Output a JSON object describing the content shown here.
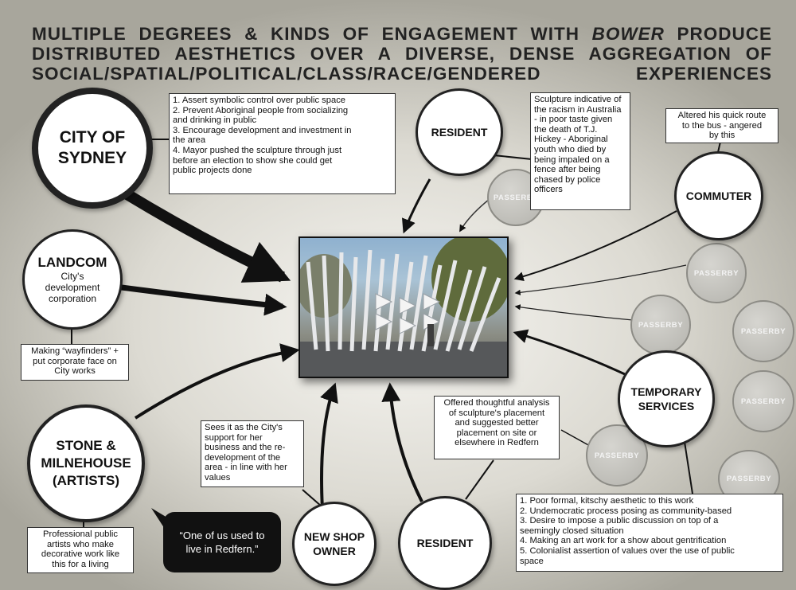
{
  "title": {
    "line1_pre": "MULTIPLE DEGREES & KINDS OF ENGAGEMENT WITH ",
    "line1_italic": "BOWER",
    "line1_post": " PRODUCE",
    "line2": "DISTRIBUTED AESTHETICS OVER A DIVERSE, DENSE AGGREGATION OF",
    "line3": "SOCIAL/SPATIAL/POLITICAL/CLASS/RACE/GENDERED EXPERIENCES"
  },
  "nodes": {
    "city_of_sydney": {
      "line1": "CITY OF",
      "line2": "SYDNEY"
    },
    "landcom": {
      "title": "LANDCOM",
      "sub1": "City's",
      "sub2": "development",
      "sub3": "corporation"
    },
    "artists": {
      "line1": "STONE &",
      "line2": "MILNEHOUSE",
      "line3": "(ARTISTS)"
    },
    "resident_top": {
      "label": "RESIDENT"
    },
    "commuter": {
      "label": "COMMUTER"
    },
    "temporary_services": {
      "line1": "TEMPORARY",
      "line2": "SERVICES"
    },
    "new_shop_owner": {
      "line1": "NEW SHOP",
      "line2": "OWNER"
    },
    "resident_bottom": {
      "label": "RESIDENT"
    }
  },
  "passerby": {
    "label": "PASSERBY"
  },
  "notes": {
    "city": [
      "1. Assert symbolic control over public space",
      "2. Prevent Aboriginal people from socializing",
      "and drinking in public",
      "3. Encourage development and investment in",
      "the area",
      "4. Mayor pushed the sculpture through just",
      "before an election to show she could get",
      "public projects done"
    ],
    "resident_top": [
      "Sculpture indicative of",
      "the racism in Australia",
      "- in poor taste given",
      "the death of T.J.",
      "Hickey - Aboriginal",
      "youth who died by",
      "being impaled on a",
      "fence after being",
      "chased by police",
      "officers"
    ],
    "commuter": [
      "Altered his quick route",
      "to the bus - angered",
      "by this"
    ],
    "landcom": [
      "Making “wayfinders” +",
      "put corporate face on",
      "City works"
    ],
    "shop_owner": [
      "Sees it as the City's",
      "support for her",
      "business and the re-",
      "development of the",
      "area - in line with her",
      "values"
    ],
    "resident_bottom": [
      "Offered thoughtful analysis",
      "of sculpture's placement",
      "and suggested better",
      "placement on site or",
      "elsewhere in Redfern"
    ],
    "artists": [
      "Professional public",
      "artists who make",
      "decorative work like",
      "this for a living"
    ],
    "temporary": [
      "1. Poor formal, kitschy aesthetic to this work",
      "2. Undemocratic process posing as community-based",
      "3. Desire to impose a public discussion on top of a",
      "seemingly closed situation",
      "4. Making an art work for a show about gentrification",
      "5. Colonialist assertion of values over the use of public",
      "space"
    ]
  },
  "quote": {
    "line1": "“One of us used to",
    "line2": "live in Redfern.”"
  },
  "colors": {
    "ink": "#222222",
    "passerby_fill": "#b8b7b1",
    "background": "#dcdad2"
  }
}
